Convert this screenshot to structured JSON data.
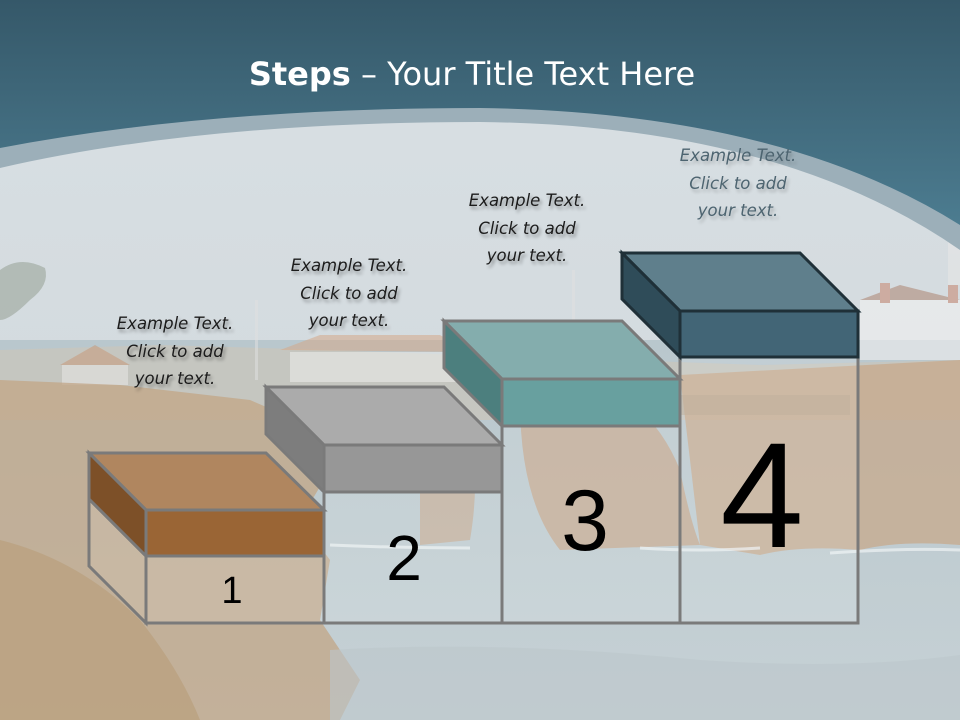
{
  "slide": {
    "title_bold": "Steps",
    "title_rest": " – Your Title Text Here",
    "colors": {
      "header_top": "#365a6c",
      "header_bottom": "#4a7a8e",
      "arc_band": "#9fb0ba",
      "outline": "#7a7a7a",
      "step1_top": "#b0865f",
      "step1_front": "#9a6535",
      "step1_side": "#7d5028",
      "step2_top": "#ababab",
      "step2_front": "#979797",
      "step2_side": "#7d7d7d",
      "step3_top": "#84adad",
      "step3_front": "#68a09f",
      "step3_side": "#4c7f7e",
      "step4_top": "#5f7f8c",
      "step4_front": "#426576",
      "step4_side": "#2f4c59",
      "step4_outline": "#1f3038"
    }
  },
  "steps": [
    {
      "number": "1",
      "callout": [
        "Example Text.",
        "Click  to add",
        "your text."
      ]
    },
    {
      "number": "2",
      "callout": [
        "Example Text.",
        "Click  to add",
        "your text."
      ]
    },
    {
      "number": "3",
      "callout": [
        "Example Text.",
        "Click  to add",
        "your text."
      ]
    },
    {
      "number": "4",
      "callout": [
        "Example Text.",
        "Click  to add",
        "your text."
      ]
    }
  ]
}
